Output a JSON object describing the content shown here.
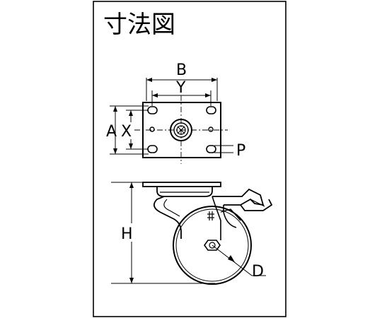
{
  "diagram": {
    "title": "寸法図",
    "labels": {
      "B": "B",
      "Y": "Y",
      "A": "A",
      "X": "X",
      "P": "P",
      "H": "H",
      "D": "D"
    }
  },
  "colors": {
    "line": "#000000",
    "background": "#ffffff"
  }
}
